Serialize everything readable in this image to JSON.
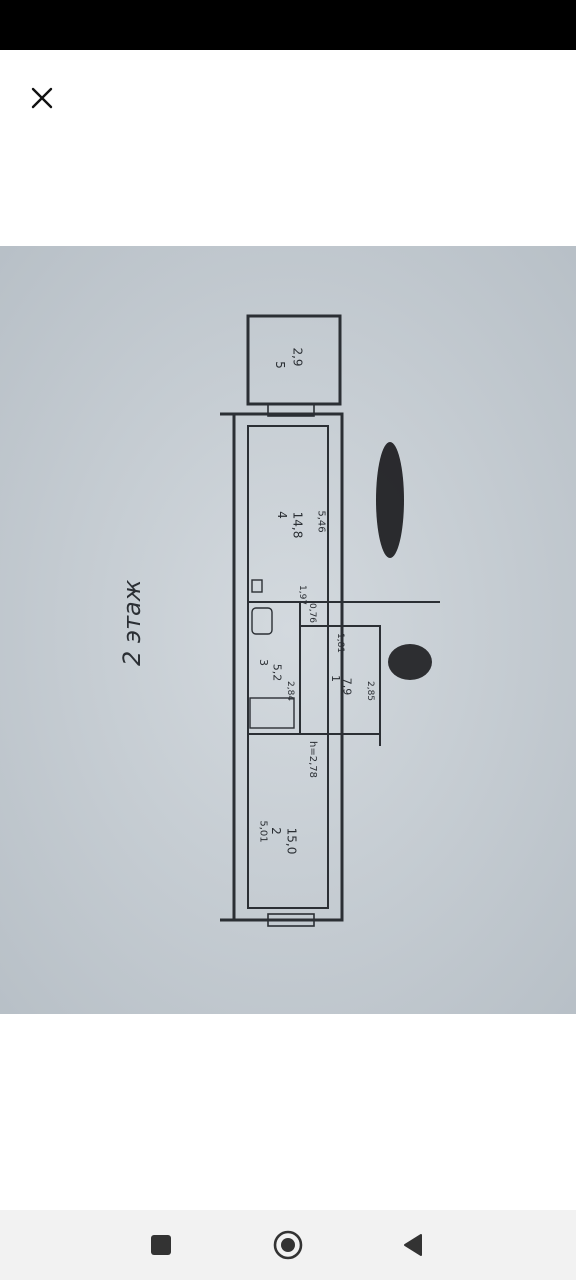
{
  "status_bar": {},
  "viewer": {
    "close_icon": "close-icon"
  },
  "plan": {
    "floor_label": "2 этаж",
    "rooms": [
      {
        "number": "5",
        "area": "2,9"
      },
      {
        "number": "4",
        "area": "14,8",
        "dim": "5,46"
      },
      {
        "number": "3",
        "area": "5,2",
        "dim": "2,84"
      },
      {
        "number": "1",
        "area": "7,9",
        "dim": "2,85"
      },
      {
        "number": "2",
        "area": "15,0",
        "dim": "5,01"
      }
    ],
    "dims": {
      "d1": "1,97",
      "d2": "0,76",
      "d3": "1,81",
      "height": "h=2,78"
    }
  },
  "nav": {
    "recents_icon": "square-icon",
    "home_icon": "circle-home-icon",
    "back_icon": "triangle-back-icon"
  },
  "colors": {
    "photo_bg": "#c9d0d6",
    "nav_bg": "#f2f2f2",
    "status_bg": "#000000"
  }
}
